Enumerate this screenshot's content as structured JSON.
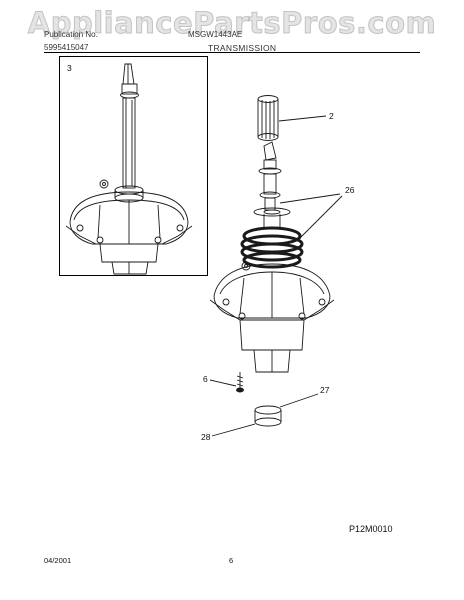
{
  "watermark": "AppliancePartsPros.com",
  "header": {
    "publication_label": "Publication No.",
    "publication_no": "5995415047",
    "model": "MSGW1443AE",
    "section_title": "TRANSMISSION"
  },
  "callouts": {
    "inset": "3",
    "part_2": "2",
    "part_26": "26",
    "part_6": "6",
    "part_27": "27",
    "part_28": "28"
  },
  "footer": {
    "figure_code": "P12M0010",
    "date": "04/2001",
    "page": "6"
  },
  "colors": {
    "line": "#1a1a1a",
    "background": "#ffffff"
  }
}
